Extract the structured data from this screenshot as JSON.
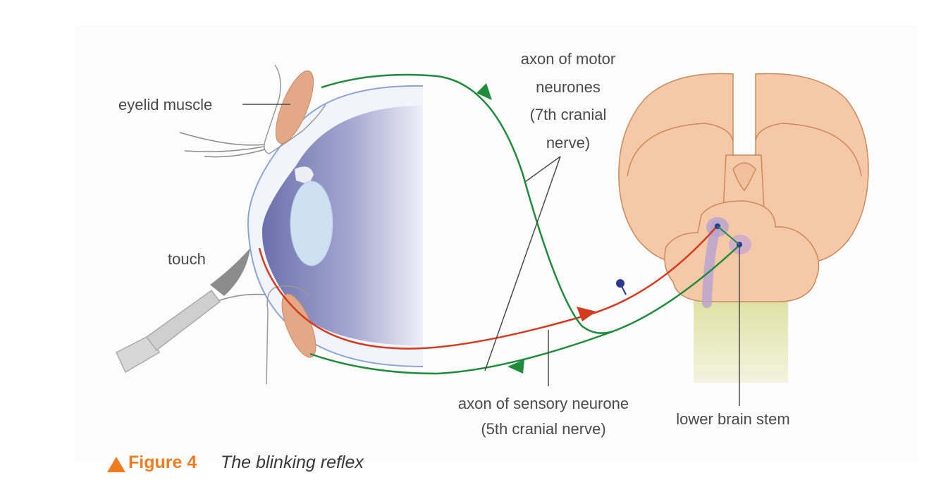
{
  "labels": {
    "eyelid_muscle": "eyelid muscle",
    "touch": "touch",
    "motor_line1": "axon of motor",
    "motor_line2": "neurones",
    "motor_line3": "(7th cranial",
    "motor_line4": "nerve)",
    "sensory_line1": "axon of sensory neurone",
    "sensory_line2": "(5th cranial nerve)",
    "brain_stem": "lower brain stem"
  },
  "caption": {
    "figure_number": "Figure 4",
    "title": "The blinking reflex"
  },
  "colors": {
    "motor_axon": "#1e8c3a",
    "sensory_axon": "#d63a1e",
    "brain": "#f5c9a8",
    "brain_outline": "#c98a5c",
    "eyelid_muscle": "#e3a887",
    "eye_interior": "#7c80b8",
    "caption_accent": "#f07c22"
  },
  "icons": {
    "caption_marker": "orange-triangle-icon"
  }
}
